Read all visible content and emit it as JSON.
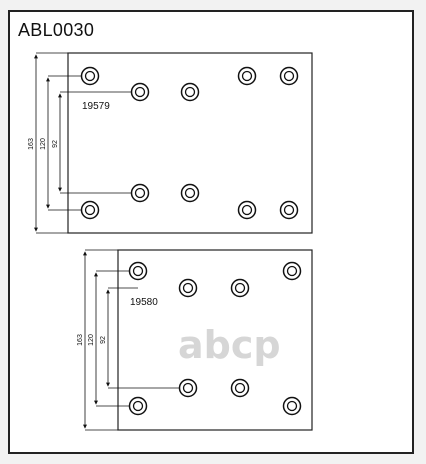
{
  "title": "ABL0030",
  "pad_top": {
    "part_number": "19579",
    "dimensions": [
      "163",
      "120",
      "92"
    ]
  },
  "pad_bottom": {
    "part_number": "19580",
    "dimensions": [
      "163",
      "120",
      "92"
    ]
  },
  "watermark": "abcp"
}
